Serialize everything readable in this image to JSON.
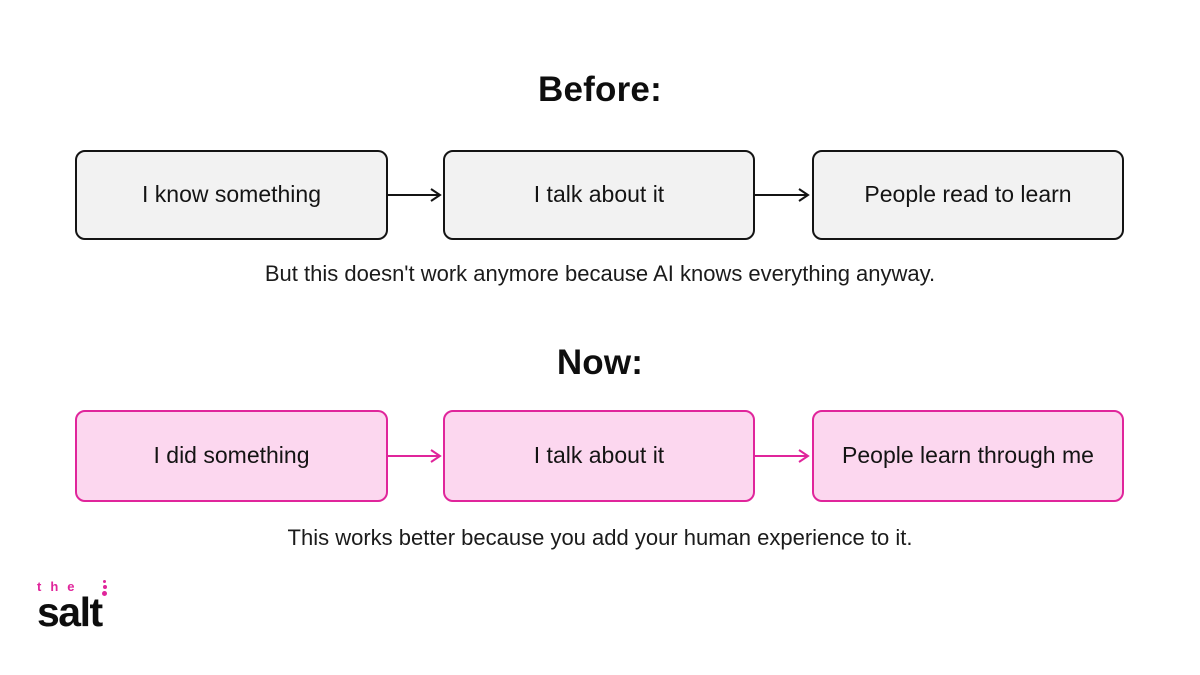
{
  "colors": {
    "pink_accent": "#e0259b",
    "pink_fill": "#fcd7ef",
    "gray_fill": "#f2f2f2",
    "ink": "#141414",
    "background": "#ffffff"
  },
  "before_section": {
    "heading": "Before:",
    "boxes": [
      {
        "label": "I know something"
      },
      {
        "label": "I talk about it"
      },
      {
        "label": "People read to learn"
      }
    ],
    "caption": "But this doesn't work anymore because AI knows everything anyway."
  },
  "now_section": {
    "heading": "Now:",
    "boxes": [
      {
        "label": "I did something"
      },
      {
        "label": "I talk about it"
      },
      {
        "label": "People learn through me"
      }
    ],
    "caption": "This works better because you add your human experience to it."
  },
  "logo": {
    "line1": "the",
    "line2": "salt"
  }
}
